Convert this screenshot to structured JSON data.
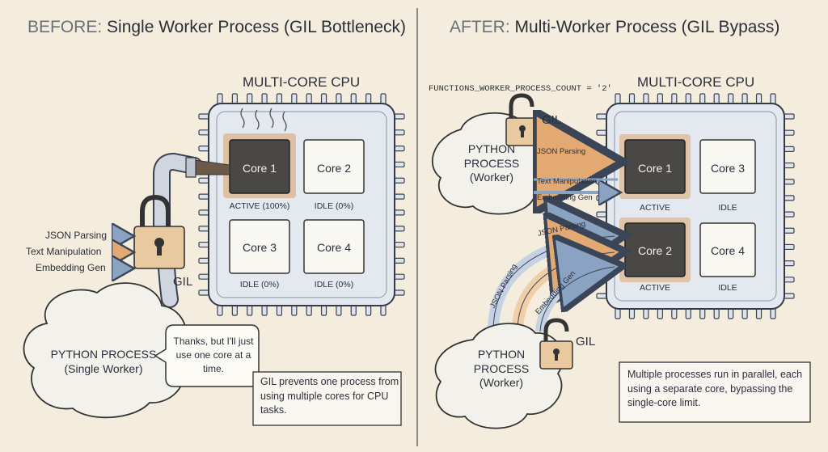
{
  "before": {
    "title_prefix": "BEFORE:",
    "title_rest": "Single Worker Process (GIL Bottleneck)",
    "cpu_label": "MULTI-CORE CPU",
    "cores": [
      {
        "name": "Core 1",
        "status": "ACTIVE (100%)",
        "active": true
      },
      {
        "name": "Core 2",
        "status": "IDLE (0%)",
        "active": false
      },
      {
        "name": "Core 3",
        "status": "IDLE (0%)",
        "active": false
      },
      {
        "name": "Core 4",
        "status": "IDLE (0%)",
        "active": false
      }
    ],
    "tasks": [
      "JSON Parsing",
      "Text Manipulation",
      "Embedding Gen"
    ],
    "gil_label": "GIL",
    "process_line1": "PYTHON PROCESS",
    "process_line2": "(Single Worker)",
    "speech": "Thanks, but I'll just use one core at a time.",
    "note": "GIL prevents one process from using multiple cores for CPU tasks."
  },
  "after": {
    "title_prefix": "AFTER:",
    "title_rest": "Multi-Worker Process (GIL Bypass)",
    "config": "FUNCTIONS_WORKER_PROCESS_COUNT = '2'",
    "cpu_label": "MULTI-CORE CPU",
    "cores": [
      {
        "name": "Core 1",
        "status": "ACTIVE",
        "active": true
      },
      {
        "name": "Core 3",
        "status": "IDLE",
        "active": false
      },
      {
        "name": "Core 2",
        "status": "ACTIVE",
        "active": true
      },
      {
        "name": "Core 4",
        "status": "IDLE",
        "active": false
      }
    ],
    "worker1": {
      "line1": "PYTHON",
      "line2": "PROCESS",
      "line3": "(Worker)",
      "gil_label": "GIL",
      "tasks": [
        "JSON Parsing",
        "Text Manipulation",
        "Embedding Gen"
      ]
    },
    "worker2": {
      "line1": "PYTHON",
      "line2": "PROCESS",
      "line3": "(Worker)",
      "gil_label": "GIL",
      "tasks": [
        "JSON Parsing",
        "JSON Parsing",
        "Embedding Gen"
      ]
    },
    "note": "Multiple processes run in parallel, each using a separate core, bypassing the single-core limit."
  },
  "colors": {
    "background": "#f4ecdc",
    "ink": "#2b2f3a",
    "chip": "#e4e9ef",
    "core_idle": "#f8f7f2",
    "core_active": "#4a4845",
    "active_glow": "#d9a066",
    "lock": "#e8c9a0",
    "arrow_blue": "#b8c9de",
    "arrow_peach": "#f0cfa8"
  }
}
